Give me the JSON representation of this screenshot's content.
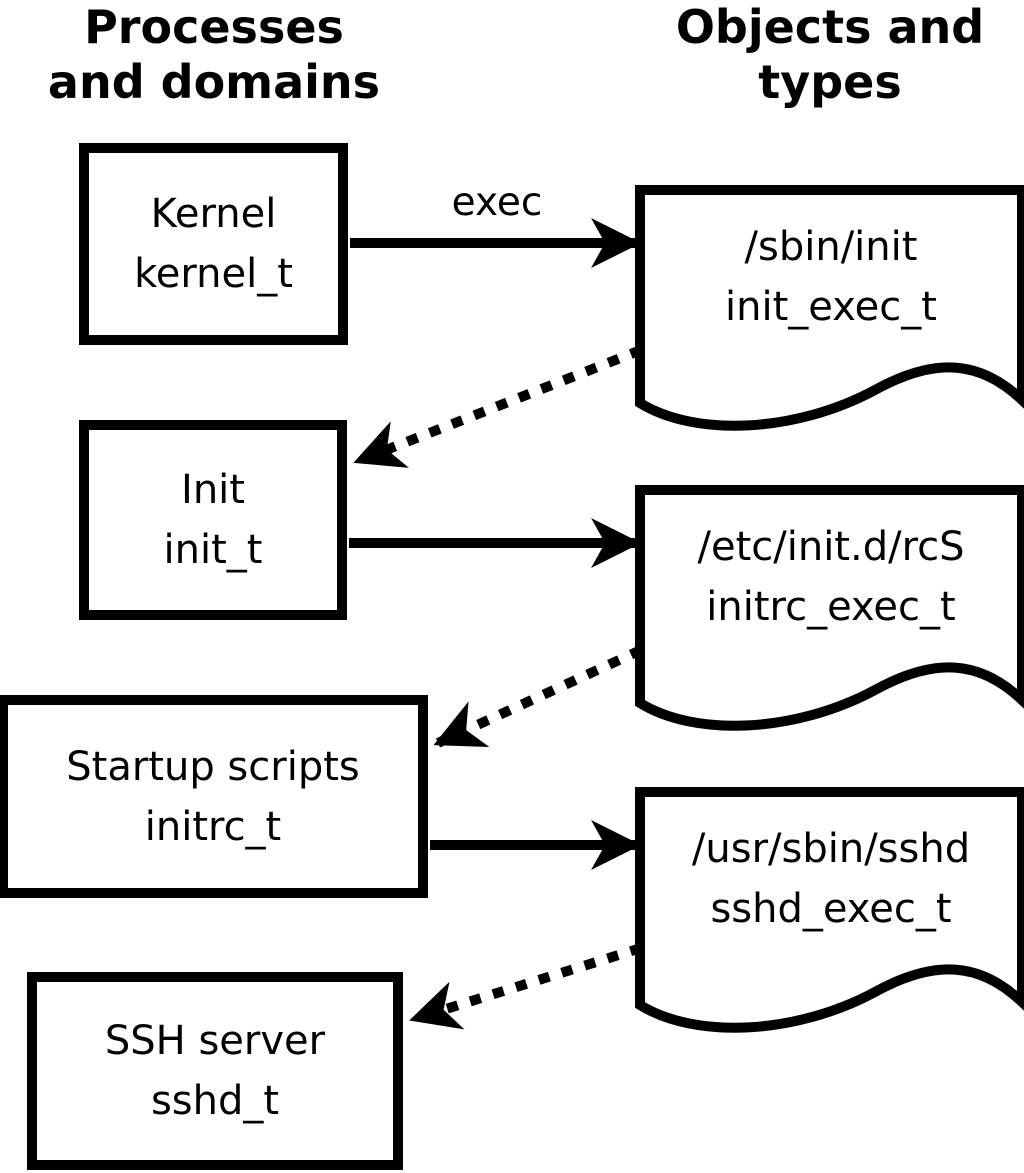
{
  "headers": {
    "left": {
      "line1": "Processes",
      "line2": "and domains"
    },
    "right": {
      "line1": "Objects and",
      "line2": "types"
    }
  },
  "processes": [
    {
      "label": "Kernel",
      "domain": "kernel_t"
    },
    {
      "label": "Init",
      "domain": "init_t"
    },
    {
      "label": "Startup scripts",
      "domain": "initrc_t"
    },
    {
      "label": "SSH server",
      "domain": "sshd_t"
    }
  ],
  "objects": [
    {
      "path": "/sbin/init",
      "type": "init_exec_t"
    },
    {
      "path": "/etc/init.d/rcS",
      "type": "initrc_exec_t"
    },
    {
      "path": "/usr/sbin/sshd",
      "type": "sshd_exec_t"
    }
  ],
  "edges": [
    {
      "from": "kernel_t",
      "to": "/sbin/init",
      "style": "solid",
      "label": "exec"
    },
    {
      "from": "/sbin/init",
      "to": "init_t",
      "style": "dotted",
      "label": ""
    },
    {
      "from": "init_t",
      "to": "/etc/init.d/rcS",
      "style": "solid",
      "label": ""
    },
    {
      "from": "/etc/init.d/rcS",
      "to": "initrc_t",
      "style": "dotted",
      "label": ""
    },
    {
      "from": "initrc_t",
      "to": "/usr/sbin/sshd",
      "style": "solid",
      "label": ""
    },
    {
      "from": "/usr/sbin/sshd",
      "to": "sshd_t",
      "style": "dotted",
      "label": ""
    }
  ],
  "colors": {
    "foreground": "#000000",
    "background": "#ffffff"
  }
}
